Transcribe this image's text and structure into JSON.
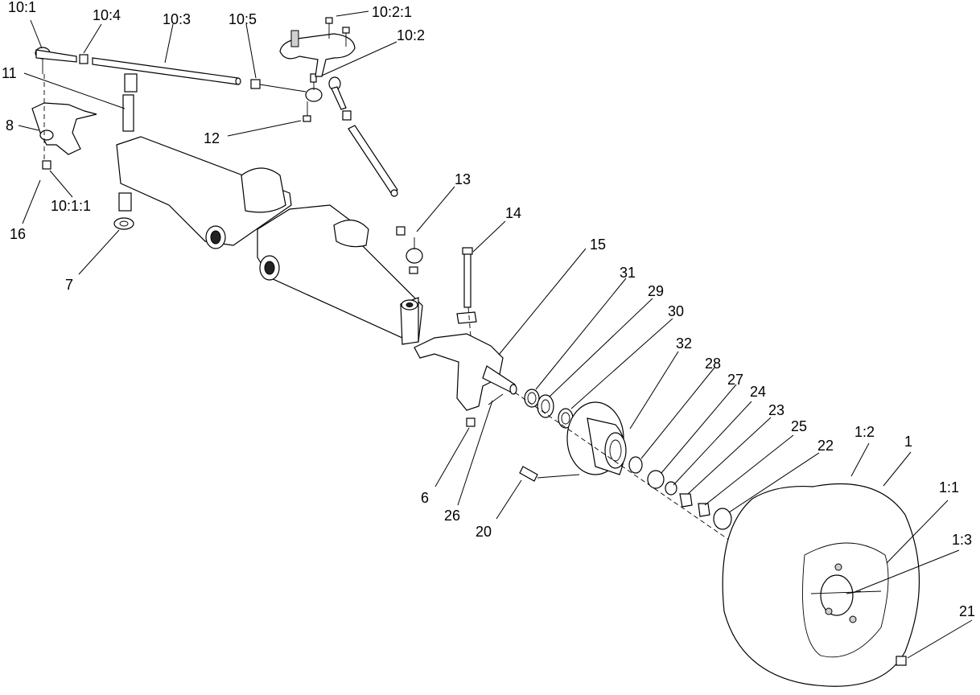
{
  "callouts": [
    {
      "id": "c-10-1",
      "text": "10:1"
    },
    {
      "id": "c-10-4",
      "text": "10:4"
    },
    {
      "id": "c-10-3",
      "text": "10:3"
    },
    {
      "id": "c-10-5",
      "text": "10:5"
    },
    {
      "id": "c-10-2-1",
      "text": "10:2:1"
    },
    {
      "id": "c-10-2",
      "text": "10:2"
    },
    {
      "id": "c-11",
      "text": "11"
    },
    {
      "id": "c-8",
      "text": "8"
    },
    {
      "id": "c-12",
      "text": "12"
    },
    {
      "id": "c-10-1-1",
      "text": "10:1:1"
    },
    {
      "id": "c-16",
      "text": "16"
    },
    {
      "id": "c-7",
      "text": "7"
    },
    {
      "id": "c-13",
      "text": "13"
    },
    {
      "id": "c-14",
      "text": "14"
    },
    {
      "id": "c-15",
      "text": "15"
    },
    {
      "id": "c-31",
      "text": "31"
    },
    {
      "id": "c-29",
      "text": "29"
    },
    {
      "id": "c-30",
      "text": "30"
    },
    {
      "id": "c-32",
      "text": "32"
    },
    {
      "id": "c-28",
      "text": "28"
    },
    {
      "id": "c-27",
      "text": "27"
    },
    {
      "id": "c-24",
      "text": "24"
    },
    {
      "id": "c-23",
      "text": "23"
    },
    {
      "id": "c-25",
      "text": "25"
    },
    {
      "id": "c-22",
      "text": "22"
    },
    {
      "id": "c-1-2",
      "text": "1:2"
    },
    {
      "id": "c-1",
      "text": "1"
    },
    {
      "id": "c-1-1",
      "text": "1:1"
    },
    {
      "id": "c-1-3",
      "text": "1:3"
    },
    {
      "id": "c-21",
      "text": "21"
    },
    {
      "id": "c-6",
      "text": "6"
    },
    {
      "id": "c-26",
      "text": "26"
    },
    {
      "id": "c-20",
      "text": "20"
    }
  ]
}
